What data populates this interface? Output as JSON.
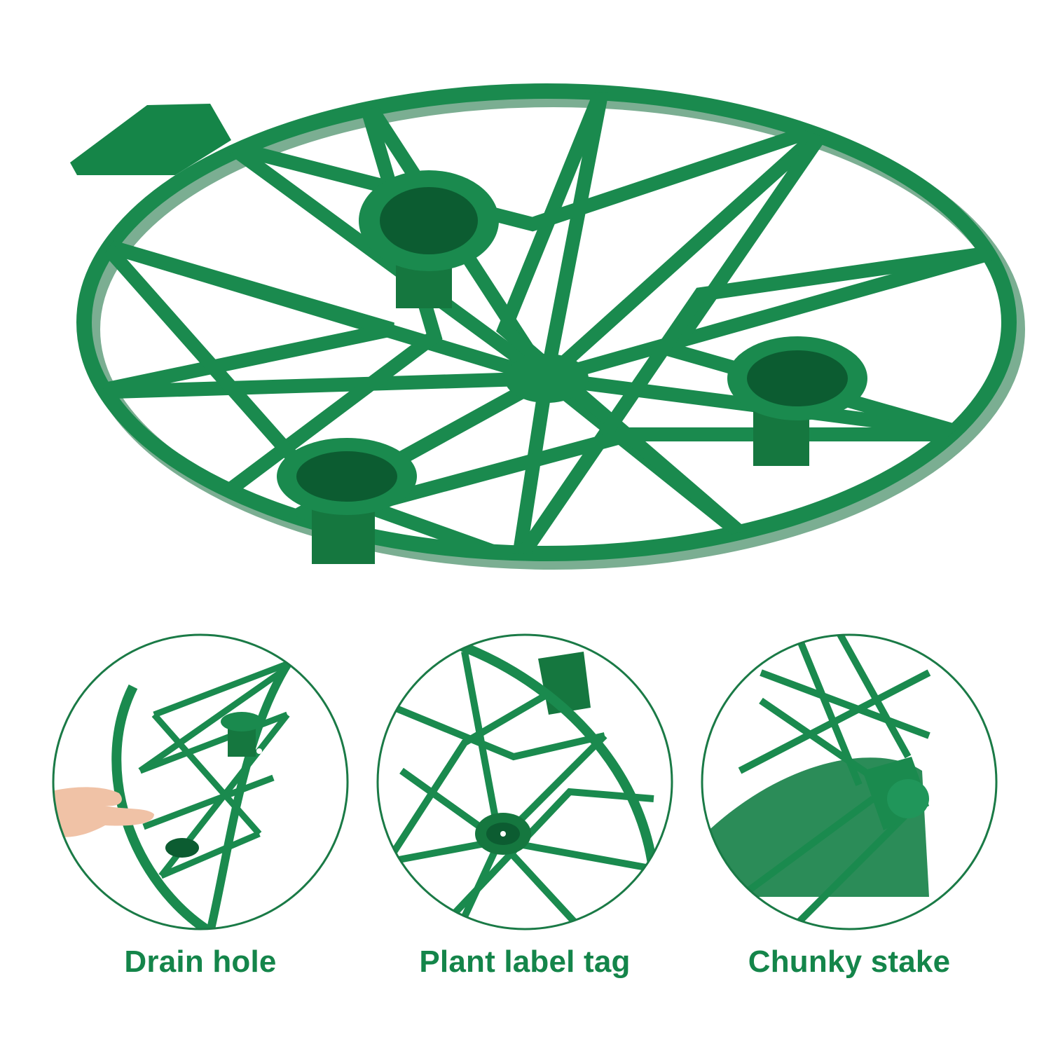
{
  "colors": {
    "tray_green": "#1a8a4e",
    "tray_dark": "#0f6b39",
    "caption_green": "#14854a",
    "circle_border": "#1a7a46"
  },
  "captions": {
    "drain_hole": "Drain hole",
    "label_tag": "Plant label tag",
    "chunky_stake": "Chunky stake"
  }
}
